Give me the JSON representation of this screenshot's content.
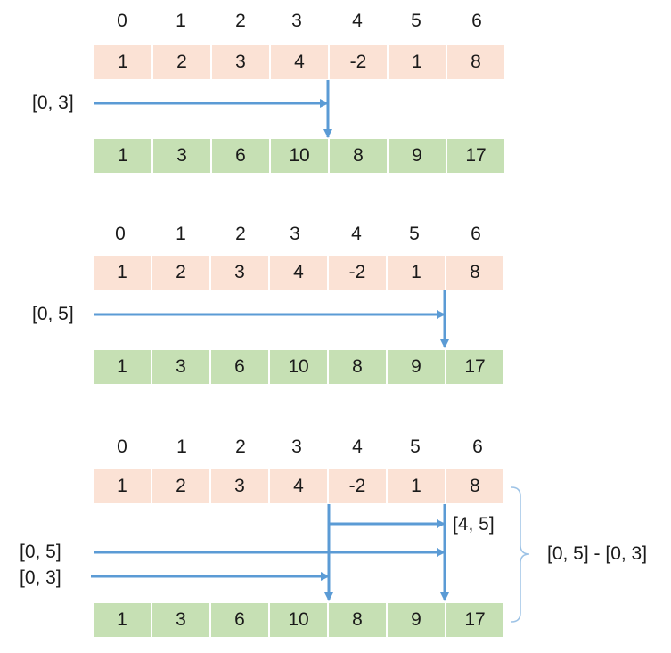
{
  "panels": [
    {
      "indices": [
        "0",
        "1",
        "2",
        "3",
        "4",
        "5",
        "6"
      ],
      "array": [
        "1",
        "2",
        "3",
        "4",
        "-2",
        "1",
        "8"
      ],
      "prefix": [
        "1",
        "3",
        "6",
        "10",
        "8",
        "9",
        "17"
      ],
      "labels": [
        "[0, 3]"
      ]
    },
    {
      "indices": [
        "0",
        "1",
        "2",
        "3",
        "4",
        "5",
        "6"
      ],
      "array": [
        "1",
        "2",
        "3",
        "4",
        "-2",
        "1",
        "8"
      ],
      "prefix": [
        "1",
        "3",
        "6",
        "10",
        "8",
        "9",
        "17"
      ],
      "labels": [
        "[0, 5]"
      ]
    },
    {
      "indices": [
        "0",
        "1",
        "2",
        "3",
        "4",
        "5",
        "6"
      ],
      "array": [
        "1",
        "2",
        "3",
        "4",
        "-2",
        "1",
        "8"
      ],
      "prefix": [
        "1",
        "3",
        "6",
        "10",
        "8",
        "9",
        "17"
      ],
      "labels": [
        "[4, 5]",
        "[0, 5]",
        "[0, 3]",
        "[0, 5]  - [0, 3]"
      ]
    }
  ],
  "colors": {
    "array_fill": "#fbe2d5",
    "prefix_fill": "#c6e0b4",
    "arrow": "#5b9bd5",
    "brace": "#9dc3e6"
  }
}
